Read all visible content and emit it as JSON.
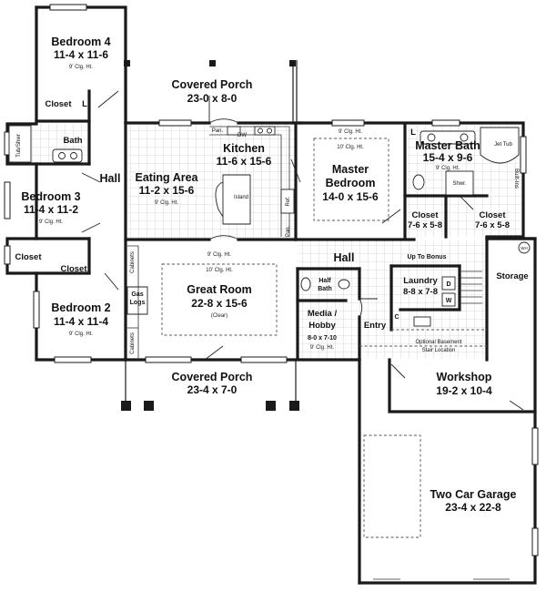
{
  "rooms": {
    "bedroom4": {
      "name": "Bedroom 4",
      "dims": "11-4 x 11-6",
      "note": "9' Clg. Ht."
    },
    "bedroom3": {
      "name": "Bedroom 3",
      "dims": "11-4 x 11-2",
      "note": "9' Clg. Ht."
    },
    "bedroom2": {
      "name": "Bedroom 2",
      "dims": "11-4 x 11-4",
      "note": "9' Clg. Ht."
    },
    "covered_porch_rear": {
      "name": "Covered Porch",
      "dims": "23-0 x 8-0"
    },
    "covered_porch_front": {
      "name": "Covered Porch",
      "dims": "23-4 x 7-0"
    },
    "kitchen": {
      "name": "Kitchen",
      "dims": "11-6 x 15-6"
    },
    "eating_area": {
      "name": "Eating Area",
      "dims": "11-2 x 15-6",
      "note": "9' Clg. Ht."
    },
    "master_bedroom": {
      "name": "Master",
      "name2": "Bedroom",
      "dims": "14-0 x 15-6",
      "note_top": "9' Clg. Ht.",
      "note_inner": "10' Clg. Ht."
    },
    "master_bath": {
      "name": "Master Bath",
      "dims": "15-4 x 9-6",
      "note": "9' Clg. Ht."
    },
    "closet_left": {
      "name": "Closet",
      "dims": "7-6 x 5-8"
    },
    "closet_right": {
      "name": "Closet",
      "dims": "7-6 x 5-8"
    },
    "great_room": {
      "name": "Great Room",
      "dims": "22-8 x 15-6",
      "clear": "(Clear)",
      "note_top": "9' Clg. Ht.",
      "note_inner": "10' Clg. Ht."
    },
    "media": {
      "name": "Media /",
      "name2": "Hobby",
      "dims": "8-0 x 7-10",
      "note": "9' Clg. Ht."
    },
    "laundry": {
      "name": "Laundry",
      "dims": "8-8 x 7-8"
    },
    "workshop": {
      "name": "Workshop",
      "dims": "19-2 x 10-4"
    },
    "garage": {
      "name": "Two Car Garage",
      "dims": "23-4 x 22-8"
    }
  },
  "labels": {
    "closet": "Closet",
    "bath": "Bath",
    "hall": "Hall",
    "hall_center": "Hall",
    "half_bath": "Half",
    "half_bath2": "Bath",
    "entry": "Entry",
    "storage": "Storage",
    "up_to_bonus": "Up To Bonus",
    "basement": "Optional Basement",
    "basement2": "Stair Location",
    "gas_logs": "Gas",
    "gas_logs2": "Logs",
    "cabinets": "Cabinets",
    "tub_shwr": "Tub/Shwr",
    "linen": "L",
    "jet_tub": "Jet Tub",
    "shower": "Shwr.",
    "built_ins": "Built-Ins",
    "pantry": "Pan.",
    "pantry2": "Pan.",
    "dishwasher": "DW",
    "island": "Island",
    "refrigerator": "Ref.",
    "dryer": "D",
    "washer": "W",
    "coats": "C",
    "water_heater": "WH"
  }
}
